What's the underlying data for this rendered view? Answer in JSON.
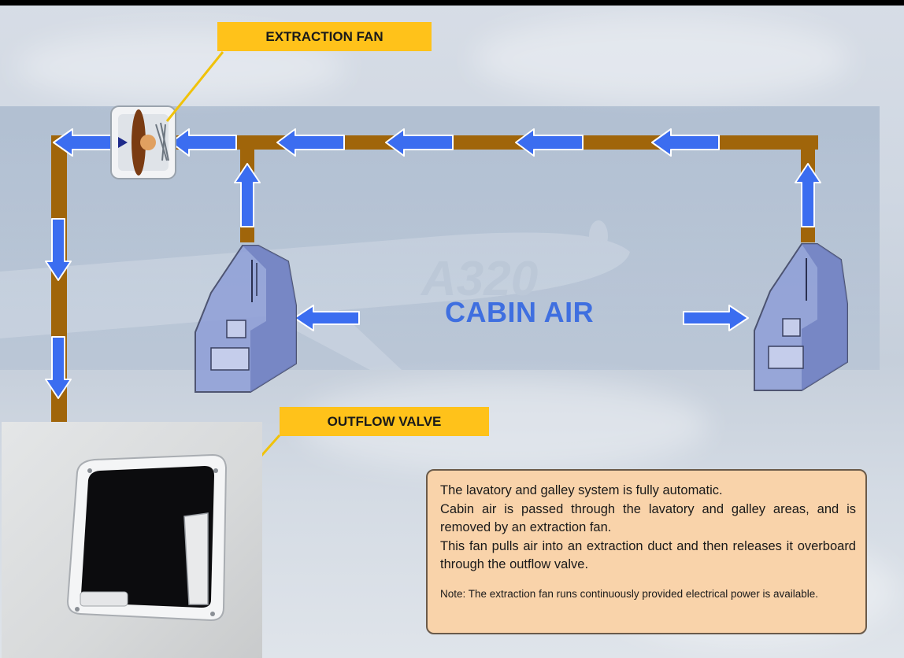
{
  "labels": {
    "extraction_fan": "EXTRACTION FAN",
    "outflow_valve": "OUTFLOW VALVE",
    "cabin_air": "CABIN AIR"
  },
  "background_text": "A320",
  "info": {
    "main_lines": [
      "The lavatory and galley system is fully automatic.",
      "Cabin air is passed through the lavatory and galley areas, and is removed by an extraction fan.",
      "This fan pulls air into an extraction duct and then releases it overboard through the outflow valve."
    ],
    "note": "Note: The extraction fan runs continuously provided electrical power is available."
  },
  "colors": {
    "duct": "#a0650a",
    "arrow": "#3b6df0",
    "label_bg": "#ffc21a",
    "cabin_air_text": "#3f6fe0",
    "info_bg": "#f9d3aa"
  },
  "icons": [
    "extraction-fan-icon",
    "lavatory-icon",
    "outflow-valve-icon",
    "flow-arrow-icon"
  ]
}
